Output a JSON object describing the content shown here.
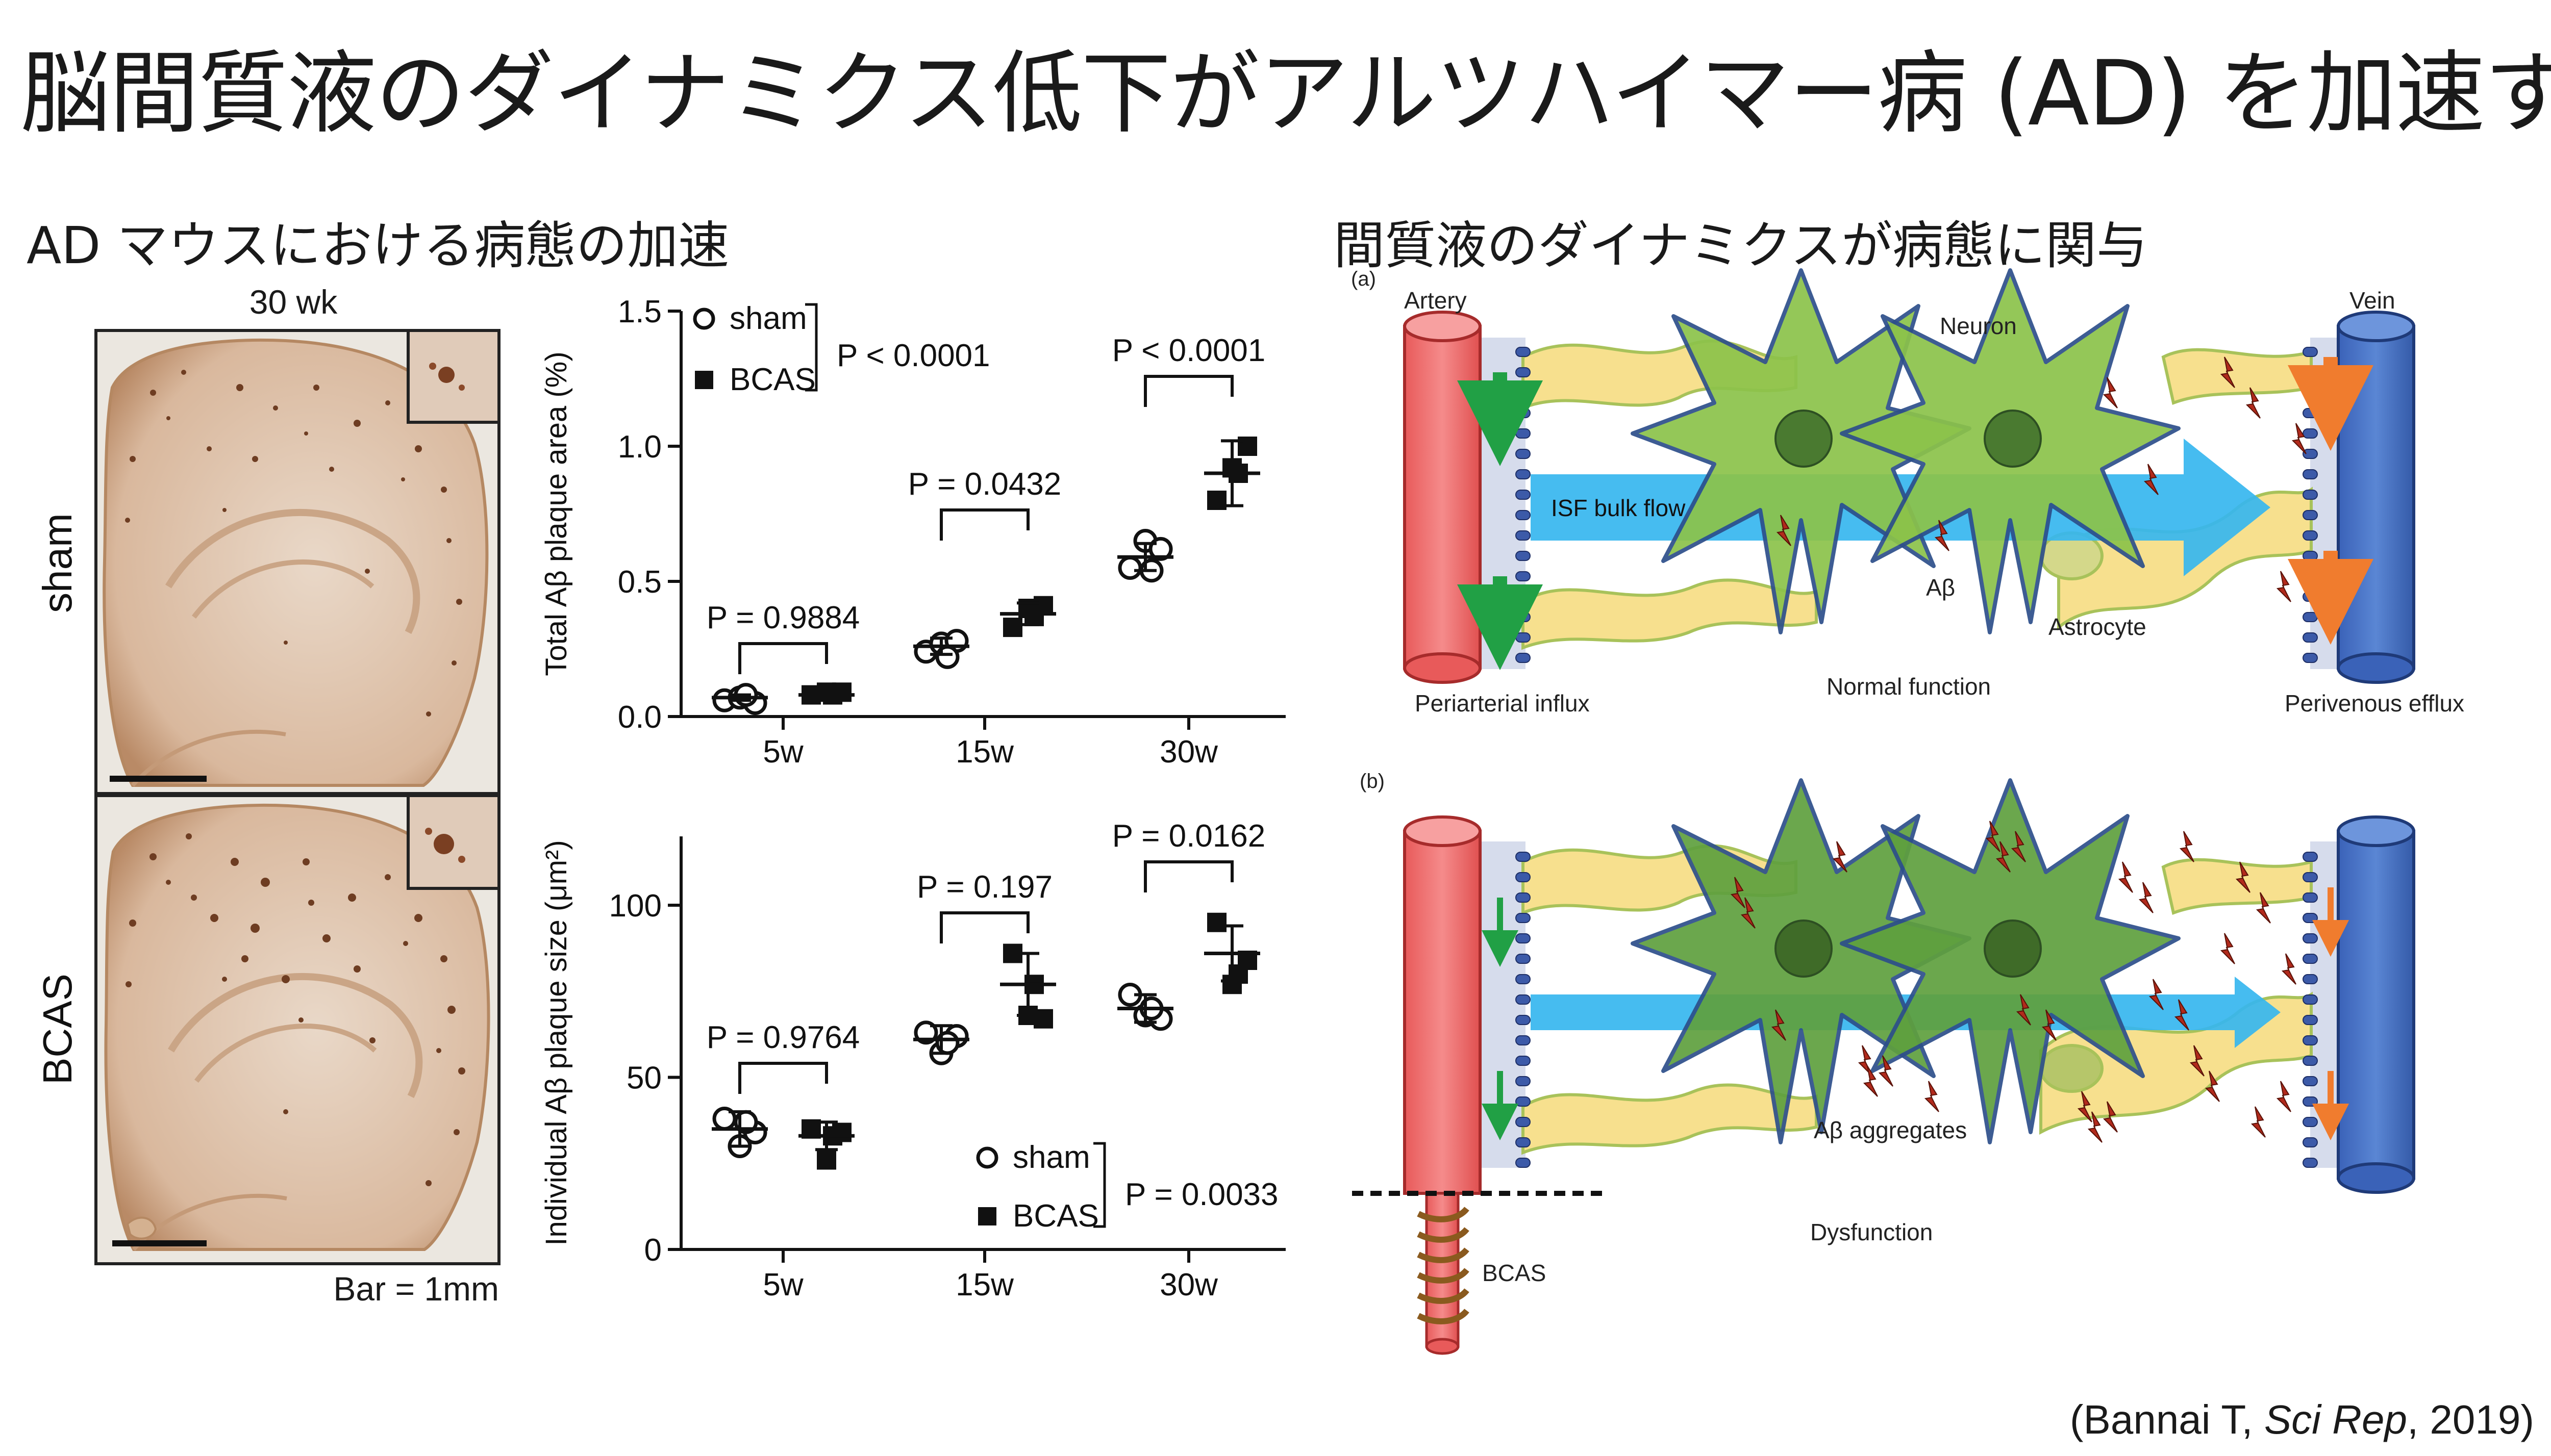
{
  "slide": {
    "title": "脳間質液のダイナミクス低下がアルツハイマー病 (AD) を加速する",
    "left_heading": "AD マウスにおける病態の加速",
    "right_heading": "間質液のダイナミクスが病態に関与",
    "citation_prefix": "(Bannai T, ",
    "citation_journal": "Sci Rep",
    "citation_suffix": ", 2019)"
  },
  "histology": {
    "timepoint": "30 wk",
    "row_top_label": "sham",
    "row_bottom_label": "BCAS",
    "scale_bar": "Bar = 1mm"
  },
  "chart_data": [
    {
      "type": "scatter",
      "ylabel": "Total Aβ plaque area (%)",
      "categories": [
        "5w",
        "15w",
        "30w"
      ],
      "ylim": [
        0,
        1.5
      ],
      "yticks": [
        "0.0",
        "0.5",
        "1.0",
        "1.5"
      ],
      "legend": [
        "sham",
        "BCAS"
      ],
      "legend_placement": "top-left",
      "overall_p": "P < 0.0001",
      "comparisons": [
        "P = 0.9884",
        "P = 0.0432",
        "P < 0.0001"
      ],
      "series": [
        {
          "name": "sham",
          "marker": "open-circle",
          "points": [
            [
              0.06,
              0.07,
              0.05,
              0.08
            ],
            [
              0.24,
              0.27,
              0.28,
              0.22
            ],
            [
              0.55,
              0.65,
              0.62,
              0.54
            ]
          ],
          "mean": [
            0.07,
            0.26,
            0.59
          ],
          "sd": [
            0.01,
            0.03,
            0.05
          ]
        },
        {
          "name": "BCAS",
          "marker": "filled-square",
          "points": [
            [
              0.08,
              0.09,
              0.09,
              0.08
            ],
            [
              0.33,
              0.4,
              0.41,
              0.37
            ],
            [
              0.8,
              0.92,
              1.0,
              0.9
            ]
          ],
          "mean": [
            0.08,
            0.38,
            0.9
          ],
          "sd": [
            0.01,
            0.04,
            0.12
          ]
        }
      ]
    },
    {
      "type": "scatter",
      "ylabel": "Individual Aβ plaque size (μm²)",
      "categories": [
        "5w",
        "15w",
        "30w"
      ],
      "ylim": [
        0,
        120
      ],
      "yticks": [
        "0",
        "50",
        "100"
      ],
      "legend": [
        "sham",
        "BCAS"
      ],
      "legend_placement": "bottom-right",
      "overall_p": "P = 0.0033",
      "comparisons": [
        "P = 0.9764",
        "P = 0.197",
        "P = 0.0162"
      ],
      "series": [
        {
          "name": "sham",
          "marker": "open-circle",
          "points": [
            [
              38,
              30,
              34,
              37
            ],
            [
              63,
              57,
              62,
              60
            ],
            [
              74,
              68,
              67,
              70
            ]
          ],
          "mean": [
            35,
            61,
            70
          ],
          "sd": [
            5,
            4,
            4
          ]
        },
        {
          "name": "BCAS",
          "marker": "filled-square",
          "points": [
            [
              35,
              26,
              34,
              33
            ],
            [
              86,
              68,
              67,
              77
            ],
            [
              95,
              77,
              84,
              80
            ]
          ],
          "mean": [
            33,
            77,
            86
          ],
          "sd": [
            4,
            9,
            8
          ]
        }
      ]
    }
  ],
  "diagram": {
    "panel_a": {
      "tag": "(a)",
      "artery": "Artery",
      "vein": "Vein",
      "neuron": "Neuron",
      "flow": "ISF bulk flow",
      "abeta": "Aβ",
      "astrocyte": "Astrocyte",
      "influx": "Periarterial influx",
      "state": "Normal function",
      "efflux": "Perivenous efflux"
    },
    "panel_b": {
      "tag": "(b)",
      "aggregates": "Aβ aggregates",
      "state": "Dysfunction",
      "bcas": "BCAS"
    },
    "colors": {
      "artery": "#f07a7a",
      "vein": "#4472c4",
      "neuron": "#8cc34a",
      "astrocyte": "#f7e08e",
      "flow": "#36b6ef",
      "aquaporin": "#3c5aa8",
      "abeta": "#c0392b",
      "influx_arrow": "#21a045",
      "efflux_arrow": "#f07c2e"
    }
  }
}
